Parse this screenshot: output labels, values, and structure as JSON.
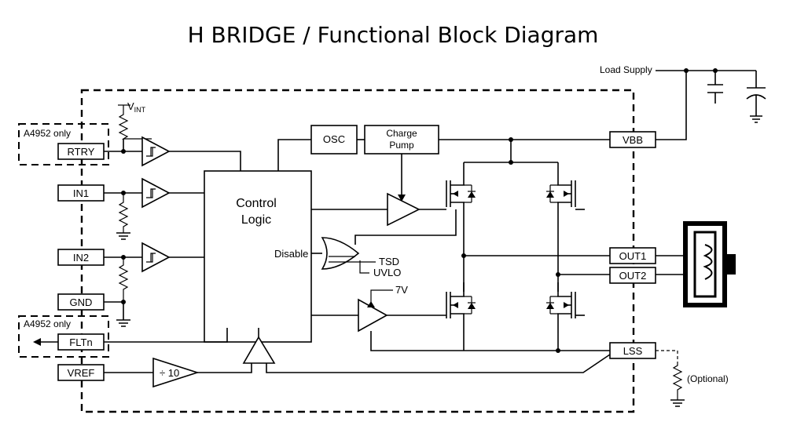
{
  "title": "H BRIDGE / Functional Block Diagram",
  "variant_note": "A4952 only",
  "labels": {
    "vint_main": "V",
    "vint_sub": "INT",
    "control_logic_1": "Control",
    "control_logic_2": "Logic",
    "disable": "Disable",
    "osc": "OSC",
    "charge_pump_1": "Charge",
    "charge_pump_2": "Pump",
    "tsd": "TSD",
    "uvlo": "UVLO",
    "seven_v": "7V",
    "divide_10": "÷ 10",
    "load_supply": "Load Supply",
    "optional": "(Optional)"
  },
  "pins": {
    "rtry": "RTRY",
    "in1": "IN1",
    "in2": "IN2",
    "gnd": "GND",
    "fltn": "FLTn",
    "vref": "VREF",
    "vbb": "VBB",
    "out1": "OUT1",
    "out2": "OUT2",
    "lss": "LSS"
  }
}
